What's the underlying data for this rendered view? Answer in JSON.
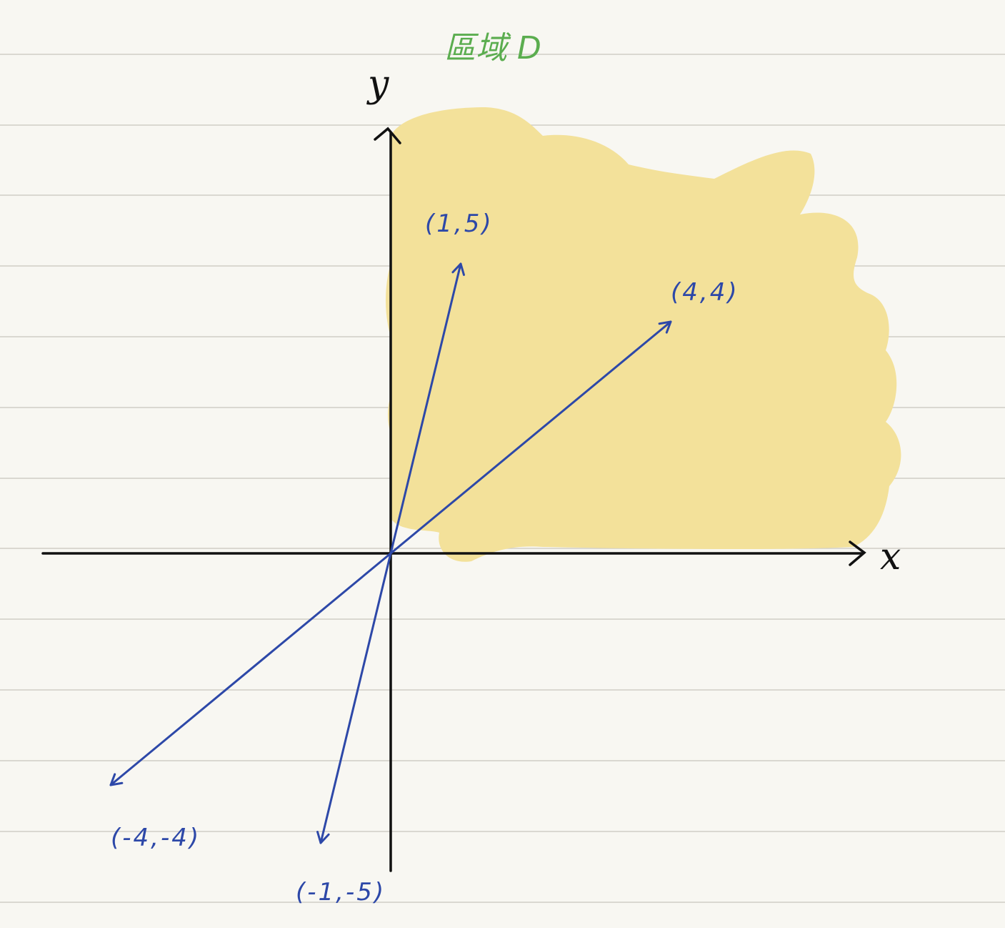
{
  "title": "區域 D",
  "axes": {
    "x_label": "x",
    "y_label": "y"
  },
  "vectors": [
    {
      "label": "(1,5)",
      "x": 1,
      "y": 5
    },
    {
      "label": "(4,4)",
      "x": 4,
      "y": 4
    },
    {
      "label": "(-4,-4)",
      "x": -4,
      "y": -4
    },
    {
      "label": "(-1,-5)",
      "x": -1,
      "y": -5
    }
  ],
  "colors": {
    "paper": "#f8f7f2",
    "ruled_line": "#cfcdc6",
    "region_fill": "#f3e19a",
    "axis": "#111111",
    "vector": "#2d48a8",
    "title": "#5bad4f"
  }
}
